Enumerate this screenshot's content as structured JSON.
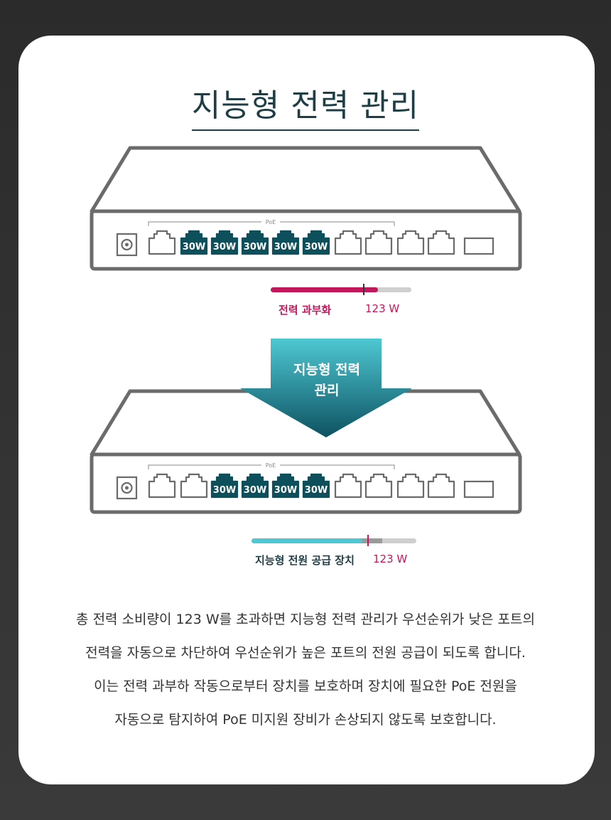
{
  "title": "지능형 전력 관리",
  "top_switch": {
    "poe_label": "PoE",
    "port_labels": [
      "30W",
      "30W",
      "30W",
      "30W",
      "30W"
    ],
    "status_label": "전력 과부화",
    "power_value": "123 W"
  },
  "arrow_label": [
    "지능형 전력",
    "관리"
  ],
  "bottom_switch": {
    "poe_label": "PoE",
    "port_labels": [
      "30W",
      "30W",
      "30W",
      "30W"
    ],
    "status_label": "지능형 전원 공급 장치",
    "power_value": "123 W"
  },
  "description": [
    "총 전력 소비량이 123 W를 초과하면 지능형 전력 관리가 우선순위가 낮은 포트의",
    "전력을 자동으로 차단하여 우선순위가 높은 포트의 전원 공급이 되도록 합니다.",
    "이는 전력 과부하 작동으로부터 장치를 보호하며 장치에 필요한 PoE 전원을",
    "자동으로 탐지하여 PoE 미지원 장비가 손상되지 않도록 보호합니다."
  ],
  "colors": {
    "overload_bar": "#c2185b",
    "smart_bar": "#4ec8d2",
    "active_port": "#0e4f5c",
    "arrow_top": "#4ec8d2",
    "arrow_bottom": "#0e5262",
    "accent_text": "#c2185b"
  }
}
